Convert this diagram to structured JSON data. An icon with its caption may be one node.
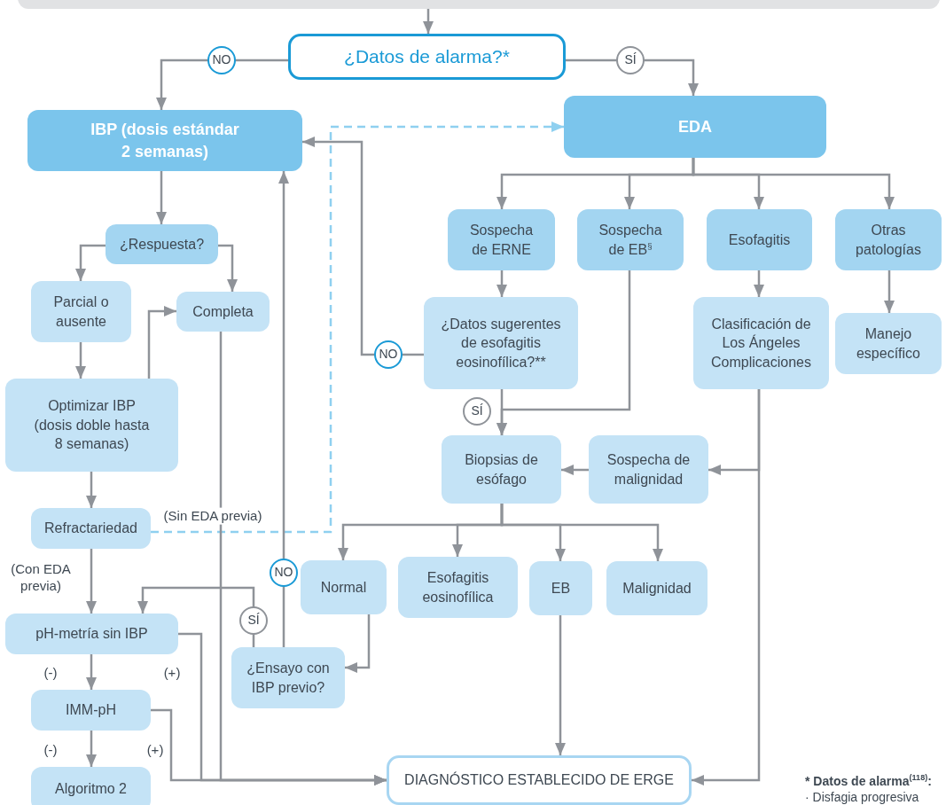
{
  "diagram": {
    "nodes": [
      {
        "text": [],
        "shape": "box"
      },
      {
        "text": [
          "¿Datos de alarma?*"
        ]
      },
      {
        "text": [
          "IBP (dosis estándar 2 semanas)"
        ]
      },
      {
        "text": [
          "EDA"
        ]
      },
      {
        "text": [
          "¿Respuesta?"
        ]
      },
      {
        "text": [
          "Sospecha de ERNE"
        ]
      },
      {
        "text": [
          "Sospecha de EB$^{§}$"
        ]
      },
      {
        "text": [
          "Esofagitis"
        ]
      },
      {
        "text": [
          "Otras patologías"
        ]
      },
      {
        "text": [
          "Parcial o ausente"
        ]
      },
      {
        "text": [
          "Completa"
        ]
      },
      {
        "text": [
          "¿Datos sugerentes de esofagitis eosinofílica?**"
        ]
      },
      {
        "text": [
          "Clasificación de Los Ángeles Complicaciones"
        ]
      },
      {
        "text": [
          "Manejo específico"
        ]
      },
      {
        "text": [
          "Optimizar IBP (dosis doble hasta 8 semanas)"
        ]
      },
      {
        "text": [
          "Biopsias de esófago"
        ]
      },
      {
        "text": [
          "Sospecha de malignidad"
        ]
      },
      {
        "text": [
          "Refractariedad"
        ]
      },
      {
        "text": [
          "Normal"
        ]
      },
      {
        "text": [
          "Esofagitis eosinofílica"
        ]
      },
      {
        "text": [
          "EB"
        ]
      },
      {
        "text": [
          "Malignidad"
        ]
      },
      {
        "text": [
          "pH-metría sin IBP"
        ]
      },
      {
        "text": [
          "¿Ensayo con IBP previo?"
        ]
      },
      {
        "text": [
          "IMM-pH"
        ]
      },
      {
        "text": [
          "Algoritmo 2"
        ]
      },
      {
        "text": [
          "DIAGNÓSTICO ESTABLECIDO DE ERGE"
        ]
      }
    ],
    "edges": [
      {
        "from": 0,
        "to": 1,
        "arrow": "to"
      },
      {
        "from": 1,
        "to": 2,
        "arrow": "to",
        "label": "NO"
      },
      {
        "from": 1,
        "to": 3,
        "arrow": "to",
        "label": "SÍ"
      },
      {
        "from": 2,
        "to": 4,
        "arrow": "to"
      },
      {
        "from": 3,
        "to": 5,
        "arrow": "to"
      },
      {
        "from": 3,
        "to": 6,
        "arrow": "to"
      },
      {
        "from": 3,
        "to": 7,
        "arrow": "to"
      },
      {
        "from": 3,
        "to": 8,
        "arrow": "to"
      },
      {
        "from": 4,
        "to": 9,
        "arrow": "to"
      },
      {
        "from": 4,
        "to": 10,
        "arrow": "to"
      },
      {
        "from": 5,
        "to": 11,
        "arrow": "to"
      },
      {
        "from": 11,
        "to": 2,
        "arrow": "to",
        "label": "NO"
      },
      {
        "from": 11,
        "to": 15,
        "arrow": "to",
        "label": "SÍ"
      },
      {
        "from": 6,
        "to": 15,
        "arrow": "to"
      },
      {
        "from": 7,
        "to": 12,
        "arrow": "to"
      },
      {
        "from": 8,
        "to": 13,
        "arrow": "to"
      },
      {
        "from": 9,
        "to": 14,
        "arrow": "to"
      },
      {
        "from": 14,
        "to": 10,
        "arrow": "to"
      },
      {
        "from": 12,
        "to": 16,
        "arrow": "to"
      },
      {
        "from": 12,
        "to": 26,
        "arrow": "to"
      },
      {
        "from": 16,
        "to": 15,
        "arrow": "to"
      },
      {
        "from": 15,
        "to": 18,
        "arrow": "to"
      },
      {
        "from": 15,
        "to": 19,
        "arrow": "to"
      },
      {
        "from": 15,
        "to": 20,
        "arrow": "to"
      },
      {
        "from": 15,
        "to": 21,
        "arrow": "to"
      },
      {
        "from": 14,
        "to": 17,
        "arrow": "to"
      },
      {
        "from": 17,
        "to": 3,
        "arrow": "to",
        "label": "(Sin EDA previa)",
        "style": "dashed",
        "color": "#8fd0f0"
      },
      {
        "from": 17,
        "to": 22,
        "arrow": "to",
        "label": "(Con EDA previa)"
      },
      {
        "from": 18,
        "to": 23,
        "arrow": "to"
      },
      {
        "from": 23,
        "to": 2,
        "arrow": "to",
        "label": "NO"
      },
      {
        "from": 23,
        "to": 22,
        "arrow": "to",
        "label": "SÍ"
      },
      {
        "from": 22,
        "to": 24,
        "arrow": "to",
        "label": "(-)"
      },
      {
        "from": 24,
        "to": 25,
        "arrow": "to",
        "label": "(-)"
      },
      {
        "from": 22,
        "to": 26,
        "arrow": "to",
        "label": "(+)"
      },
      {
        "from": 24,
        "to": 26,
        "arrow": "to",
        "label": "(+)"
      },
      {
        "from": 10,
        "to": 26,
        "arrow": "to"
      },
      {
        "from": 20,
        "to": 26,
        "arrow": "to"
      }
    ],
    "labels": [
      "* Datos de alarma$^{(118)}$:",
      "· Disfagia progresiva"
    ]
  }
}
